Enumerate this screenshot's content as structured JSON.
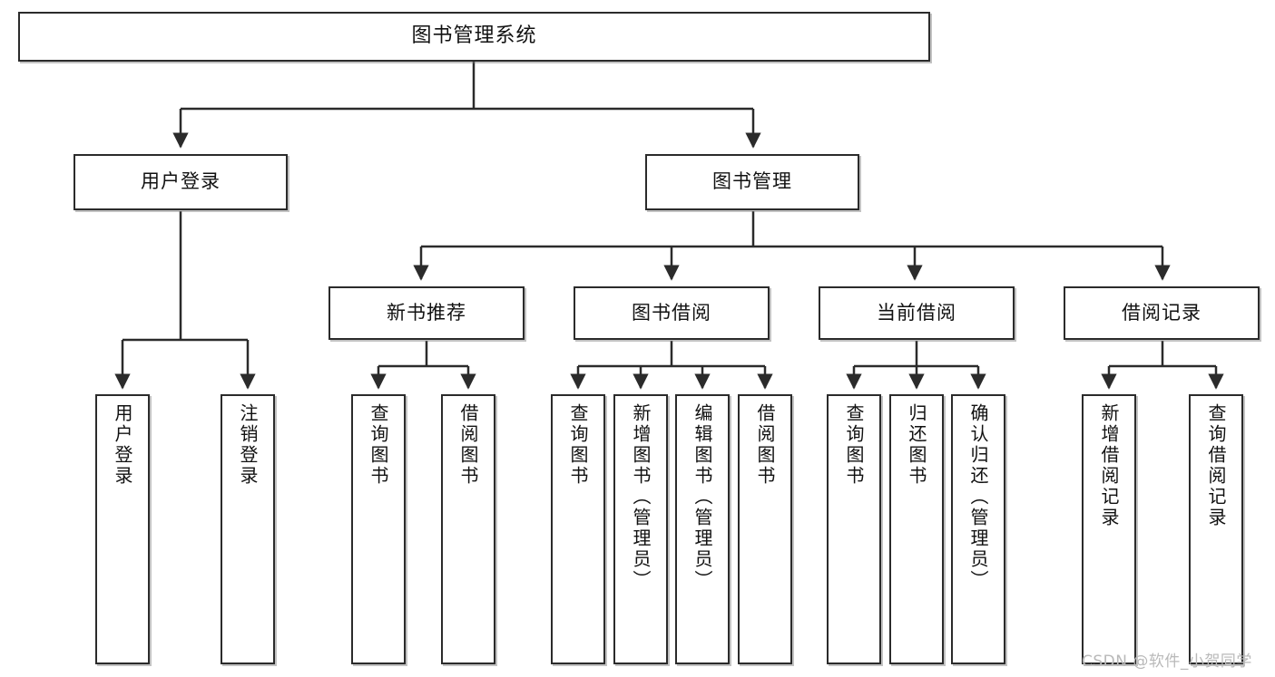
{
  "diagram": {
    "title": "图书管理系统",
    "type": "hierarchy-tree",
    "watermark": "CSDN @软件_小贺同学",
    "colors": {
      "box_border": "#2b2b2b",
      "box_fill": "#ffffff",
      "connector": "#2b2b2b",
      "watermark": "#b9b9b9"
    },
    "nodes": {
      "root": {
        "label": "图书管理系统"
      },
      "level1": [
        {
          "id": "user-login",
          "label": "用户登录"
        },
        {
          "id": "book-management",
          "label": "图书管理"
        }
      ],
      "level2": [
        {
          "id": "new-book-recommend",
          "label": "新书推荐"
        },
        {
          "id": "book-borrow",
          "label": "图书借阅"
        },
        {
          "id": "current-borrow",
          "label": "当前借阅"
        },
        {
          "id": "borrow-record",
          "label": "借阅记录"
        }
      ],
      "leaves": {
        "user_login": [
          {
            "id": "leaf-user-login",
            "label": "用户登录"
          },
          {
            "id": "leaf-logout-login",
            "label": "注销登录"
          }
        ],
        "new_book_recommend": [
          {
            "id": "leaf-query-book-1",
            "label": "查询图书"
          },
          {
            "id": "leaf-borrow-book-1",
            "label": "借阅图书"
          }
        ],
        "book_borrow": [
          {
            "id": "leaf-query-book-2",
            "label": "查询图书"
          },
          {
            "id": "leaf-add-book",
            "label": "新增图书（管理员）"
          },
          {
            "id": "leaf-edit-book",
            "label": "编辑图书（管理员）"
          },
          {
            "id": "leaf-borrow-book-2",
            "label": "借阅图书"
          }
        ],
        "current_borrow": [
          {
            "id": "leaf-query-book-3",
            "label": "查询图书"
          },
          {
            "id": "leaf-return-book",
            "label": "归还图书"
          },
          {
            "id": "leaf-confirm-return",
            "label": "确认归还（管理员）"
          }
        ],
        "borrow_record": [
          {
            "id": "leaf-add-record",
            "label": "新增借阅记录"
          },
          {
            "id": "leaf-query-record",
            "label": "查询借阅记录"
          }
        ]
      }
    },
    "edges": [
      {
        "from": "图书管理系统",
        "to": "用户登录"
      },
      {
        "from": "图书管理系统",
        "to": "图书管理"
      },
      {
        "from": "图书管理",
        "to": "新书推荐"
      },
      {
        "from": "图书管理",
        "to": "图书借阅"
      },
      {
        "from": "图书管理",
        "to": "当前借阅"
      },
      {
        "from": "图书管理",
        "to": "借阅记录"
      },
      {
        "from": "用户登录",
        "to": "用户登录"
      },
      {
        "from": "用户登录",
        "to": "注销登录"
      },
      {
        "from": "新书推荐",
        "to": "查询图书"
      },
      {
        "from": "新书推荐",
        "to": "借阅图书"
      },
      {
        "from": "图书借阅",
        "to": "查询图书"
      },
      {
        "from": "图书借阅",
        "to": "新增图书（管理员）"
      },
      {
        "from": "图书借阅",
        "to": "编辑图书（管理员）"
      },
      {
        "from": "图书借阅",
        "to": "借阅图书"
      },
      {
        "from": "当前借阅",
        "to": "查询图书"
      },
      {
        "from": "当前借阅",
        "to": "归还图书"
      },
      {
        "from": "当前借阅",
        "to": "确认归还（管理员）"
      },
      {
        "from": "借阅记录",
        "to": "新增借阅记录"
      },
      {
        "from": "借阅记录",
        "to": "查询借阅记录"
      }
    ]
  }
}
